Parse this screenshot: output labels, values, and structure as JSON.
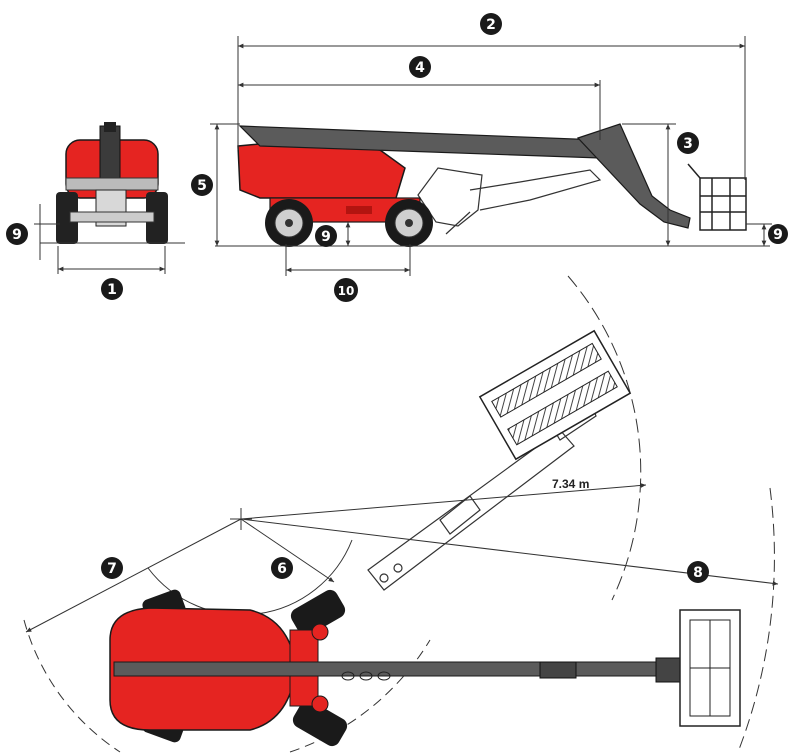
{
  "colors": {
    "body_red": "#e52421",
    "boom_grey": "#5b5b5b",
    "dark": "#1a1a1a",
    "line": "#333333"
  },
  "callouts": {
    "c1": "1",
    "c2": "2",
    "c3": "3",
    "c4": "4",
    "c5": "5",
    "c6": "6",
    "c7": "7",
    "c8": "8",
    "c9_front": "9",
    "c9_side": "9",
    "c9_right": "9",
    "c10": "10"
  },
  "radius_label": "7.34 m"
}
